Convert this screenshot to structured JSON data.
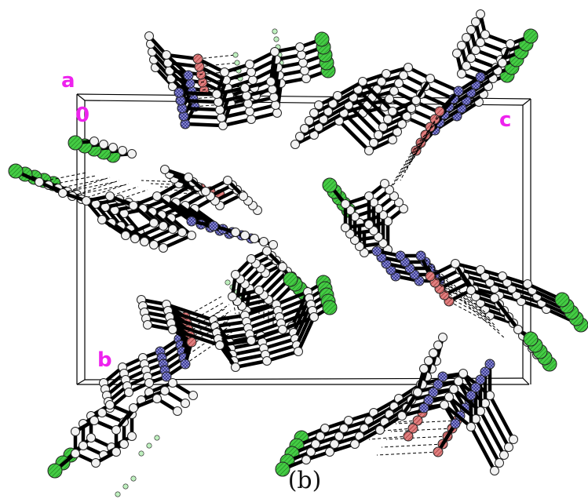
{
  "figure": {
    "caption": "(b)",
    "axes": {
      "a": "a",
      "origin": "0",
      "b": "b",
      "c": "c"
    },
    "colors": {
      "axis_label": "#ee22ee",
      "carbon": "#f2f2f2",
      "bond": "#000000",
      "nitrogen": "#7070cc",
      "oxygen": "#cc5555",
      "chlorine": "#44cc44",
      "hydrogen": "#bff0bf",
      "hbond": "#000000",
      "cell": "#000000"
    }
  }
}
